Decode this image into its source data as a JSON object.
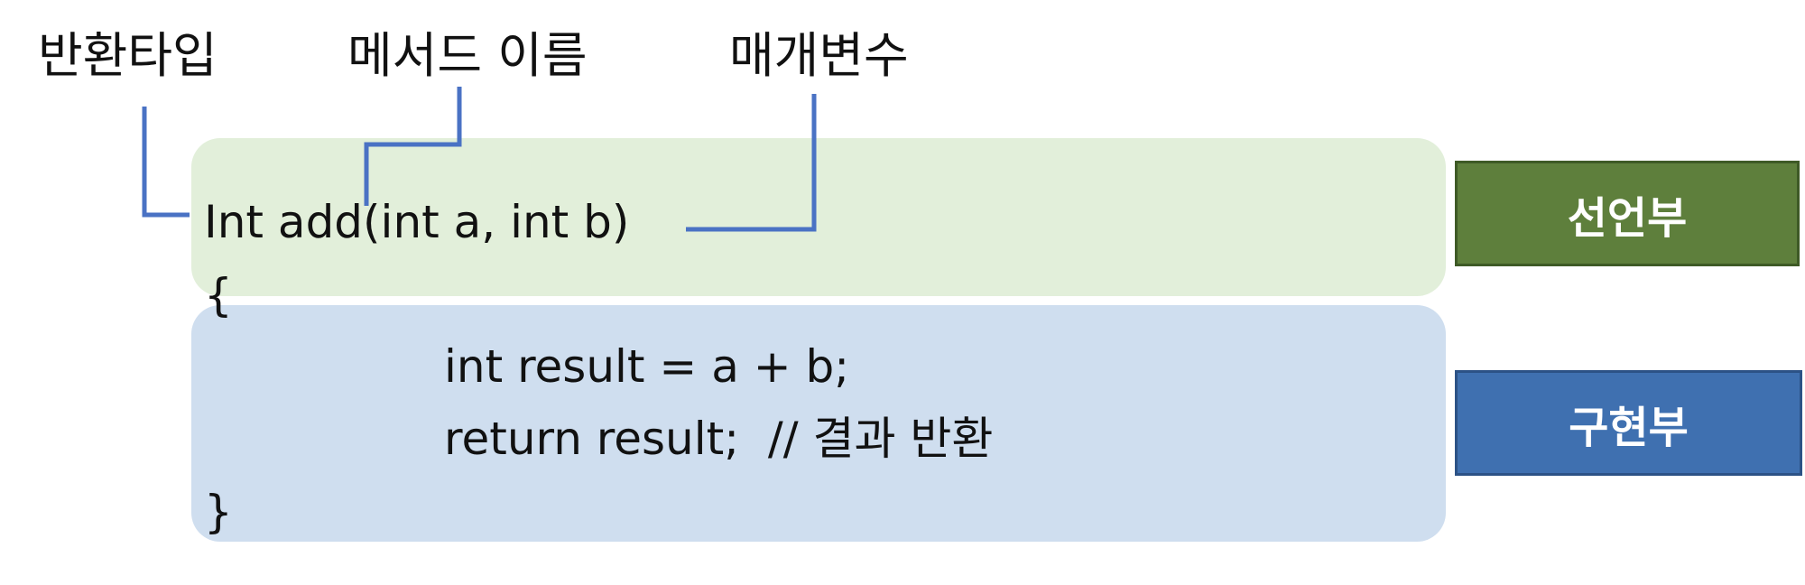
{
  "labels": {
    "return_type": "반환타입",
    "method_name": "메서드 이름",
    "parameters": "매개변수"
  },
  "code": {
    "signature": "Int add(int a, int b)",
    "open_brace": "{",
    "body_line_1": "int result = a + b;",
    "body_line_2": "return result;  // 결과 반환",
    "close_brace": "}"
  },
  "sections": {
    "declaration": "선언부",
    "implementation": "구현부"
  },
  "colors": {
    "declaration_region": "#e2efda",
    "implementation_region": "#cfdeef",
    "declaration_box": "#5e7f3c",
    "declaration_box_border": "#3e5a26",
    "implementation_box": "#3f70b0",
    "implementation_box_border": "#2c5286",
    "connector": "#4a72c4"
  }
}
